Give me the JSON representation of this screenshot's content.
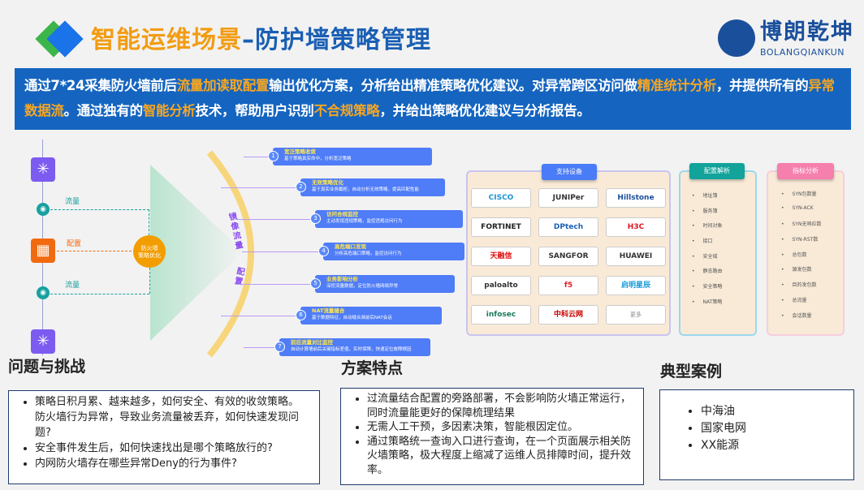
{
  "header": {
    "title_a": "智能运维场景",
    "title_dash": "–",
    "title_b": "防护墙策略管理",
    "logo_cn": "博朗乾坤",
    "logo_en": "BOLANGQIANKUN"
  },
  "banner": {
    "parts": [
      {
        "t": "通过",
        "h": false
      },
      {
        "t": "7*24",
        "h": false
      },
      {
        "t": "采集防火墙前后",
        "h": false
      },
      {
        "t": "流量加读取配置",
        "h": true
      },
      {
        "t": "输出优化方案，分析给出精准策略优化建议。对异常跨区访问做",
        "h": false
      },
      {
        "t": "精准统计分析",
        "h": true
      },
      {
        "t": "，并提供所有的",
        "h": false
      },
      {
        "t": "异常数据流",
        "h": true
      },
      {
        "t": "。通过独有的",
        "h": false
      },
      {
        "t": "智能分析",
        "h": true
      },
      {
        "t": "技术，帮助用户识别",
        "h": false
      },
      {
        "t": "不合规策略",
        "h": true
      },
      {
        "t": "，并给出策略优化建议与分析报告。",
        "h": false
      }
    ]
  },
  "diagram": {
    "flow_label": "流量",
    "config_label": "配置",
    "center": [
      "防火墙",
      "策略优化"
    ],
    "arc_labels": [
      "镜像流量",
      "配置"
    ],
    "cards": [
      {
        "n": "1",
        "title": "宽泛策略收敛",
        "desc": "基于策略真实命中，分析宽泛策略"
      },
      {
        "n": "2",
        "title": "无效策略优化",
        "desc": "基于真实业务截柜，自动分析无效策略，提高匹配性能"
      },
      {
        "n": "3",
        "title": "访问合规监控",
        "desc": "主动发现违规策略，监控违规访问行为"
      },
      {
        "n": "4",
        "title": "高危端口发现",
        "desc": "分析高危端口策略，监控访问行为"
      },
      {
        "n": "5",
        "title": "业务影响分析",
        "desc": "深挖流量数据，定位防火墙网络异常"
      },
      {
        "n": "6",
        "title": "NAT流量缝合",
        "desc": "基于数据特征，自动缝合准前后NAT会话"
      },
      {
        "n": "7",
        "title": "前后流量对比监控",
        "desc": "自动计算墙前后关键指标差值，实时保障，快速定位故障根因"
      }
    ]
  },
  "devices": {
    "tag": "支持设备",
    "items": [
      "CISCO",
      "JUNIPer",
      "Hillstone",
      "FORTINET",
      "DPtech",
      "H3C",
      "天融信",
      "SANGFOR",
      "HUAWEI",
      "paloalto",
      "f5",
      "启明星辰",
      "infosec",
      "中科云网",
      "更多"
    ]
  },
  "config": {
    "tag": "配置解析",
    "items": [
      "地址簿",
      "服务簿",
      "时间对象",
      "接口",
      "安全域",
      "静态路由",
      "安全策略",
      "NAT策略"
    ]
  },
  "metrics": {
    "tag": "指标分析",
    "items": [
      "SYN包数量",
      "SYN-ACK",
      "SYN无响应数",
      "SYN-RST数",
      "总包数",
      "源发包数",
      "目的发包数",
      "总流量",
      "会话数量"
    ]
  },
  "challenges": {
    "heading": "问题与挑战",
    "items": [
      "策略日积月累、越来越多，如何安全、有效的收敛策略。防火墙行为异常，导致业务流量被丢弃，如何快速发现问题?",
      "安全事件发生后，如何快速找出是哪个策略放行的?",
      "内网防火墙存在哪些异常Deny的行为事件?"
    ]
  },
  "features": {
    "heading": "方案特点",
    "items": [
      "过流量结合配置的旁路部署，不会影响防火墙正常运行，同时流量能更好的保障梳理结果",
      "无需人工干预，多因素决策，智能根因定位。",
      "通过策略统一查询入口进行查询，在一个页面展示相关防火墙策略，极大程度上缩减了运维人员排障时间，提升效率。"
    ]
  },
  "cases": {
    "heading": "典型案例",
    "items": [
      "中海油",
      "国家电网",
      "XX能源"
    ]
  }
}
